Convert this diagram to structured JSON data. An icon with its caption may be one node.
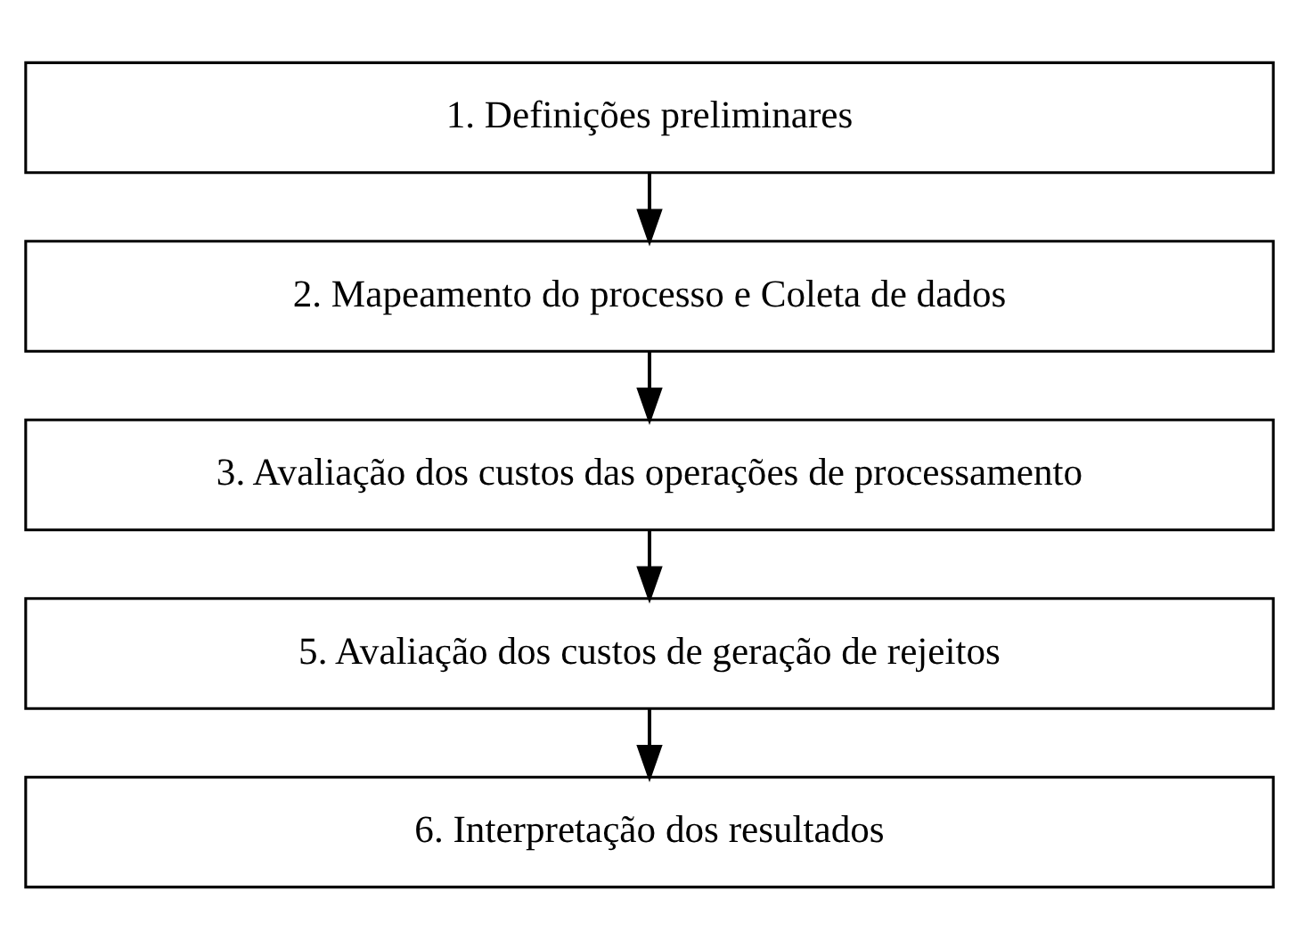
{
  "diagram": {
    "nodes": [
      {
        "text": [
          "1. Definições preliminares"
        ]
      },
      {
        "text": [
          "2. Mapeamento do processo e Coleta de dados"
        ]
      },
      {
        "text": [
          "3. Avaliação dos custos das operações de processamento"
        ]
      },
      {
        "text": [
          "5. Avaliação dos custos de geração de rejeitos"
        ]
      },
      {
        "text": [
          "6. Interpretação dos resultados"
        ]
      }
    ],
    "edges": [
      {
        "from": 0,
        "to": 1,
        "arrow": "to"
      },
      {
        "from": 1,
        "to": 2,
        "arrow": "to"
      },
      {
        "from": 2,
        "to": 3,
        "arrow": "to"
      },
      {
        "from": 3,
        "to": 4,
        "arrow": "to"
      }
    ]
  }
}
